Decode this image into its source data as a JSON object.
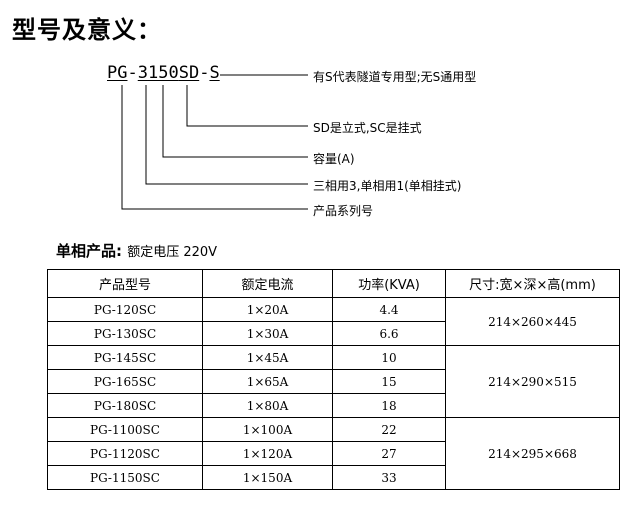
{
  "title": "型号及意义：",
  "model": {
    "code_parts": [
      "PG",
      "-",
      "3",
      "150",
      "SD",
      "-",
      "S"
    ],
    "legend": [
      "有S代表隧道专用型;无S通用型",
      "SD是立式,SC是挂式",
      "容量(A)",
      "三相用3,单相用1(单相挂式)",
      "产品系列号"
    ]
  },
  "section": {
    "title": "单相产品:",
    "subtitle": "额定电压 220V"
  },
  "table": {
    "headers": [
      "产品型号",
      "额定电流",
      "功率(KVA)",
      "尺寸:宽×深×高(mm)"
    ],
    "rows": [
      {
        "model": "PG-120SC",
        "current": "1×20A",
        "power": "4.4"
      },
      {
        "model": "PG-130SC",
        "current": "1×30A",
        "power": "6.6"
      },
      {
        "model": "PG-145SC",
        "current": "1×45A",
        "power": "10"
      },
      {
        "model": "PG-165SC",
        "current": "1×65A",
        "power": "15"
      },
      {
        "model": "PG-180SC",
        "current": "1×80A",
        "power": "18"
      },
      {
        "model": "PG-1100SC",
        "current": "1×100A",
        "power": "22"
      },
      {
        "model": "PG-1120SC",
        "current": "1×120A",
        "power": "27"
      },
      {
        "model": "PG-1150SC",
        "current": "1×150A",
        "power": "33"
      }
    ],
    "dimensions": [
      "214×260×445",
      "214×290×515",
      "214×295×668"
    ]
  }
}
